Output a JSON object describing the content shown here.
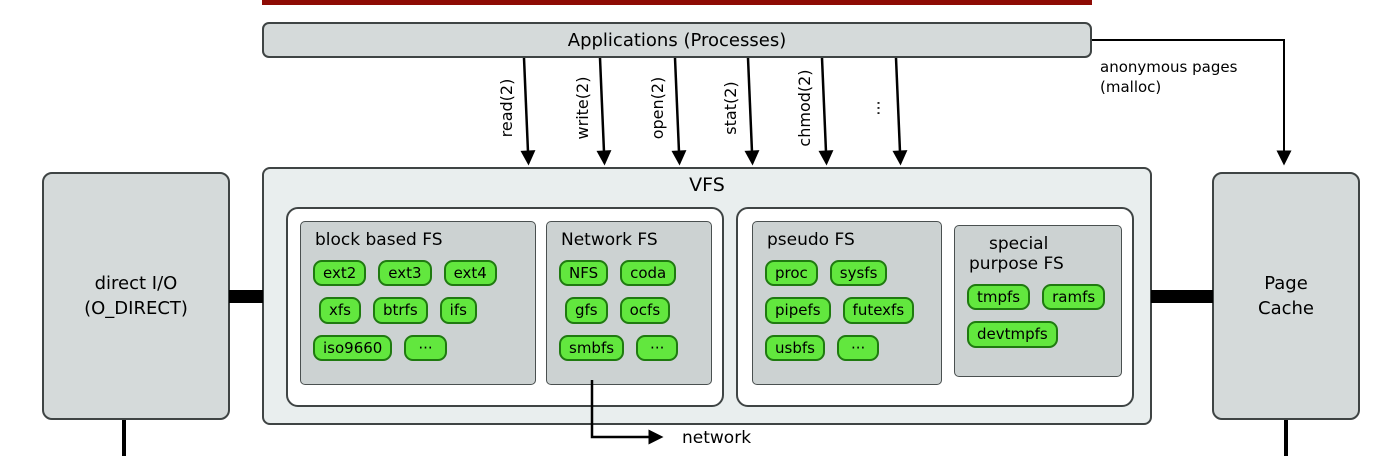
{
  "applications": {
    "label": "Applications (Processes)"
  },
  "syscalls": [
    "read(2)",
    "write(2)",
    "open(2)",
    "stat(2)",
    "chmod(2)",
    "···"
  ],
  "annotations": {
    "anonymous_pages_line1": "anonymous pages",
    "anonymous_pages_line2": "(malloc)",
    "network": "network"
  },
  "direct_io": {
    "line1": "direct I/O",
    "line2": "(O_DIRECT)"
  },
  "page_cache": {
    "line1": "Page",
    "line2": "Cache"
  },
  "vfs": {
    "title": "VFS",
    "block_fs": {
      "title": "block based FS",
      "rows": [
        [
          "ext2",
          "ext3",
          "ext4"
        ],
        [
          "xfs",
          "btrfs",
          "ifs"
        ],
        [
          "iso9660",
          "···"
        ]
      ]
    },
    "network_fs": {
      "title": "Network FS",
      "rows": [
        [
          "NFS",
          "coda"
        ],
        [
          "gfs",
          "ocfs"
        ],
        [
          "smbfs",
          "···"
        ]
      ]
    },
    "pseudo_fs": {
      "title": "pseudo FS",
      "rows": [
        [
          "proc",
          "sysfs"
        ],
        [
          "pipefs",
          "futexfs"
        ],
        [
          "usbfs",
          "···"
        ]
      ]
    },
    "special_fs": {
      "title_line1": "special",
      "title_line2": "purpose FS",
      "rows": [
        [
          "tmpfs",
          "ramfs"
        ],
        [
          "devtmpfs"
        ]
      ]
    }
  },
  "colors": {
    "pill_green": "#62e73e",
    "box_gray": "#d5dada",
    "vfs_gray": "#e9eeee",
    "section_gray": "#ccd2d2",
    "red_bar": "#8e0b04",
    "line_black": "#000000"
  }
}
